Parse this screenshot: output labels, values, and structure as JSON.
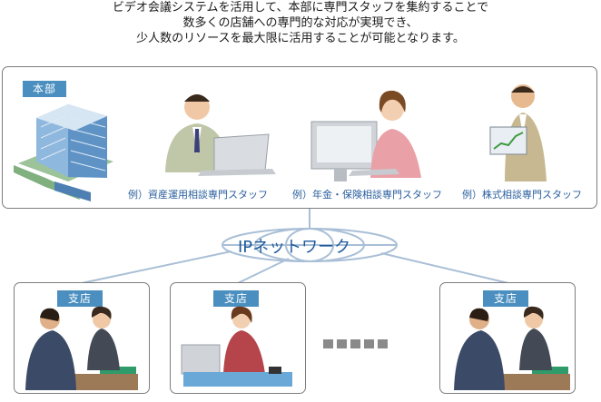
{
  "header": {
    "line1": "ビデオ会議システムを活用して、本部に専門スタッフを集約することで",
    "line2": "数多くの店舗への専門的な対応が実現でき、",
    "line3": "少人数のリソースを最大限に活用することが可能となります。"
  },
  "headquarters": {
    "tag": "本部",
    "staff": [
      {
        "label": "例）資産運用相談専門スタッフ"
      },
      {
        "label": "例）年金・保険相談専門スタッフ"
      },
      {
        "label": "例）株式相談専門スタッフ"
      }
    ]
  },
  "network": {
    "label": "IPネットワーク"
  },
  "branches": [
    {
      "tag": "支店"
    },
    {
      "tag": "支店"
    },
    {
      "tag": "支店"
    }
  ],
  "colors": {
    "tag_bg": "#4a8fc0",
    "network_line": "#a9bfd6",
    "label_text": "#2a5f9e"
  }
}
